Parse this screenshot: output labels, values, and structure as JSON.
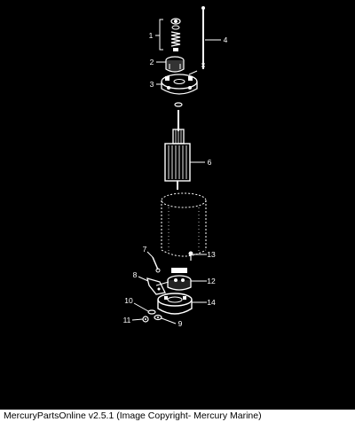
{
  "caption": "MercuryPartsOnline v2.5.1 (Image Copyright- Mercury Marine)",
  "colors": {
    "background": "#000000",
    "line_art": "#ffffff",
    "caption_bar": "#ffffff",
    "caption_text": "#000000"
  },
  "callouts": [
    "1",
    "2",
    "3",
    "4",
    "6",
    "7",
    "8",
    "9",
    "10",
    "11",
    "12",
    "13",
    "14"
  ]
}
